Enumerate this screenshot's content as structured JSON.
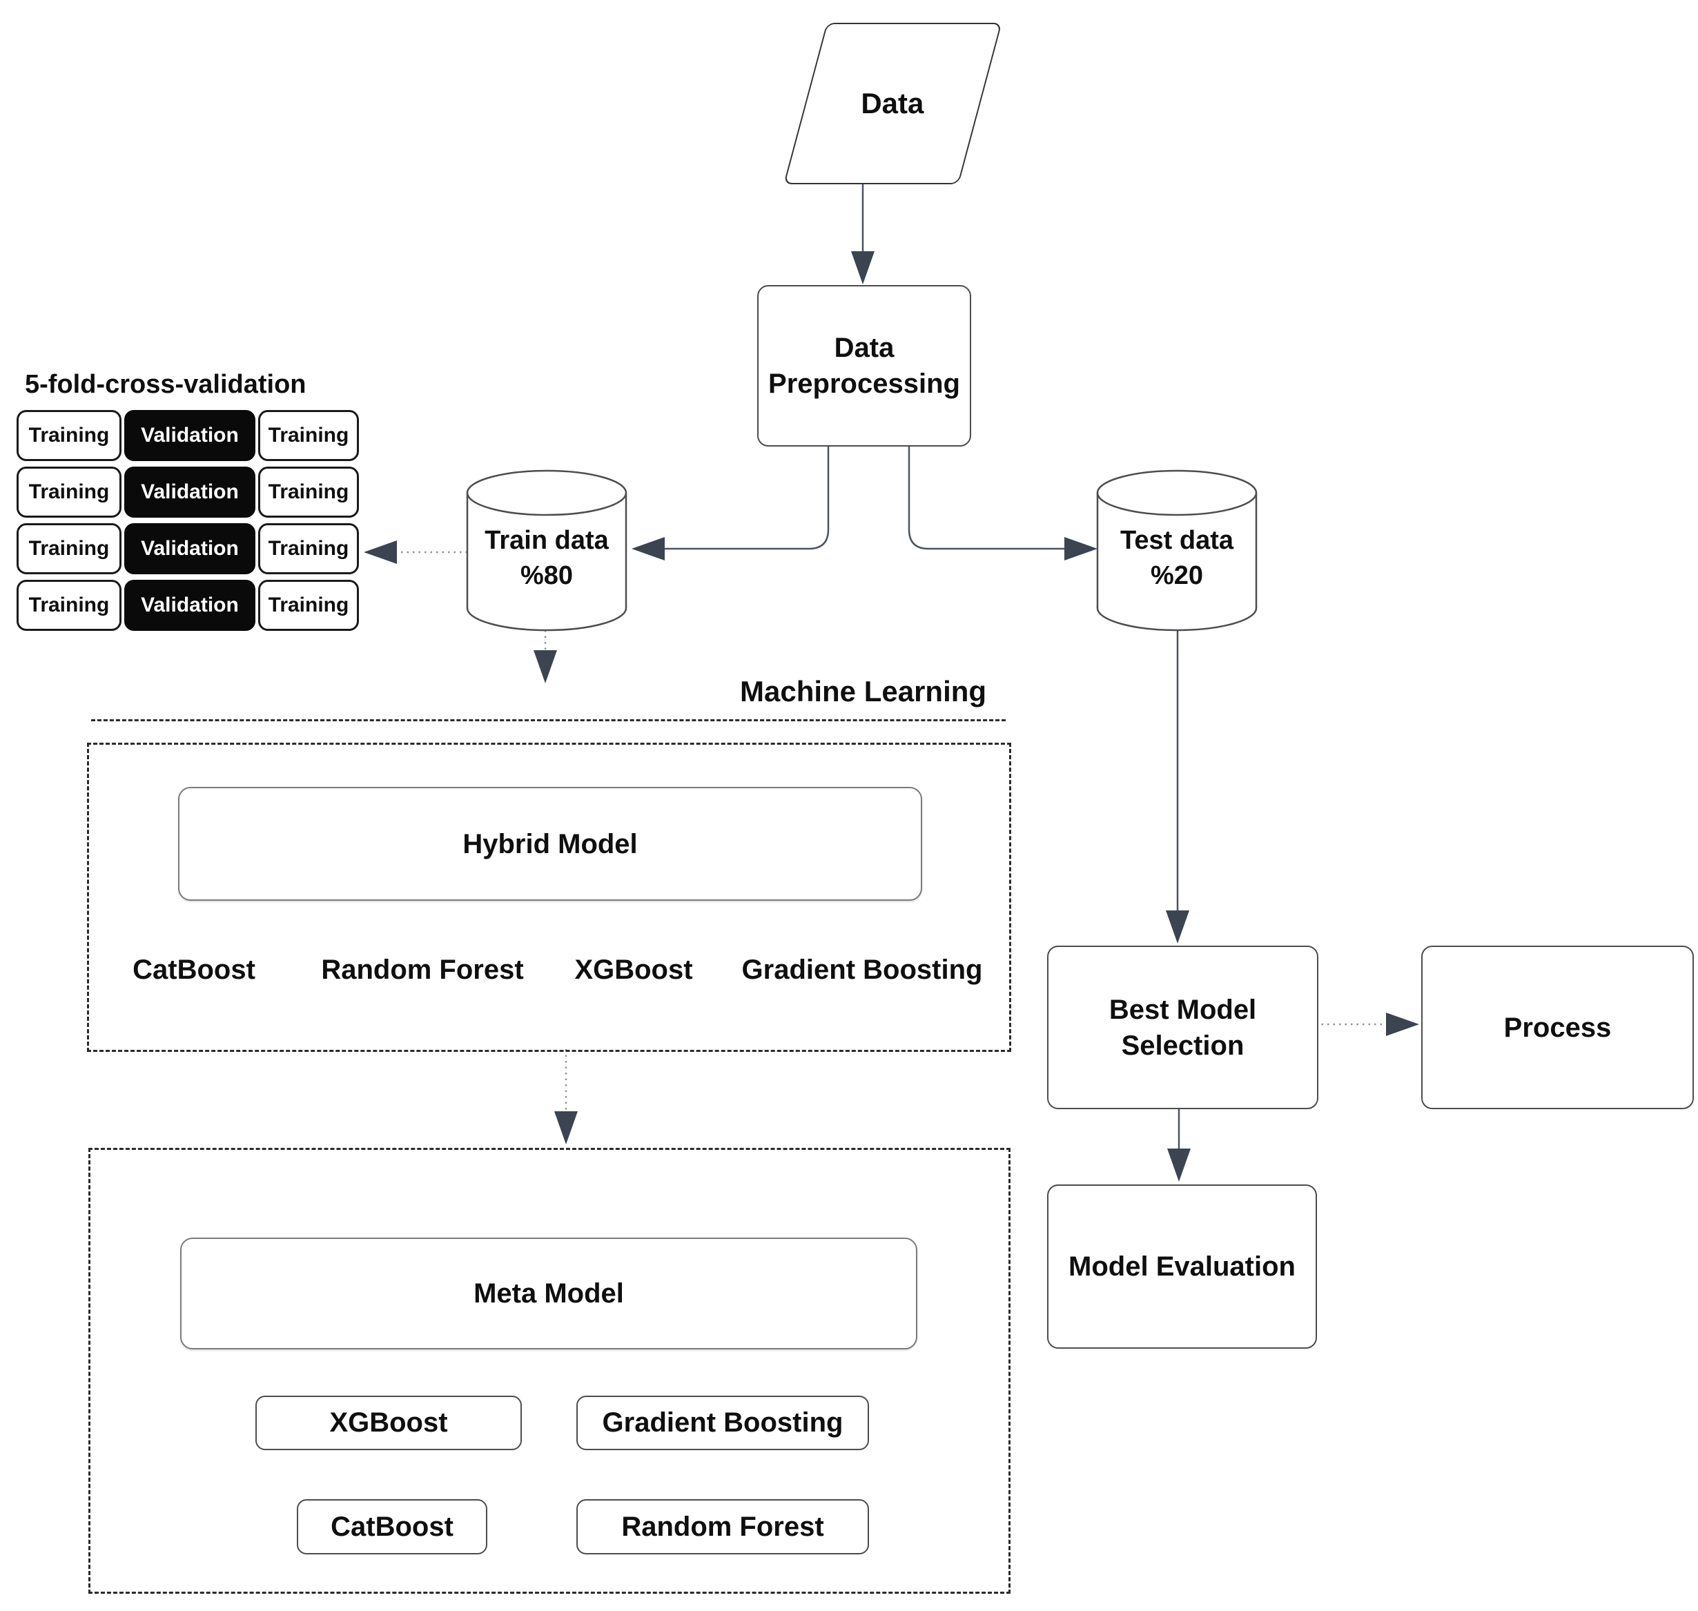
{
  "cross_validation": {
    "title": "5-fold-cross-validation",
    "rows": [
      [
        "Training",
        "Validation",
        "Training"
      ],
      [
        "Training",
        "Validation",
        "Training"
      ],
      [
        "Training",
        "Validation",
        "Training"
      ],
      [
        "Training",
        "Validation",
        "Training"
      ]
    ]
  },
  "nodes": {
    "data": {
      "label": "Data"
    },
    "preprocessing": {
      "line1": "Data",
      "line2": "Preprocessing"
    },
    "train": {
      "line1": "Train data",
      "line2": "%80"
    },
    "test": {
      "line1": "Test data",
      "line2": "%20"
    },
    "best_model": {
      "line1": "Best Model",
      "line2": "Selection"
    },
    "process": {
      "label": "Process"
    },
    "evaluation": {
      "label": "Model Evaluation"
    }
  },
  "machine_learning": {
    "label": "Machine Learning",
    "hybrid_label": "Hybrid Model",
    "algorithms": [
      "CatBoost",
      "Random Forest",
      "XGBoost",
      "Gradient Boosting"
    ]
  },
  "meta_model": {
    "label": "Meta Model",
    "models_row1": [
      "XGBoost",
      "Gradient Boosting"
    ],
    "models_row2": [
      "CatBoost",
      "Random Forest"
    ]
  },
  "colors": {
    "arrowhead": "#3b4450",
    "line": "#4b5360",
    "dashed_border": "#2b2b2b",
    "validation_bg": "#0a0a0a",
    "validation_text": "#ffffff",
    "node_border": "#4d4d4d"
  }
}
